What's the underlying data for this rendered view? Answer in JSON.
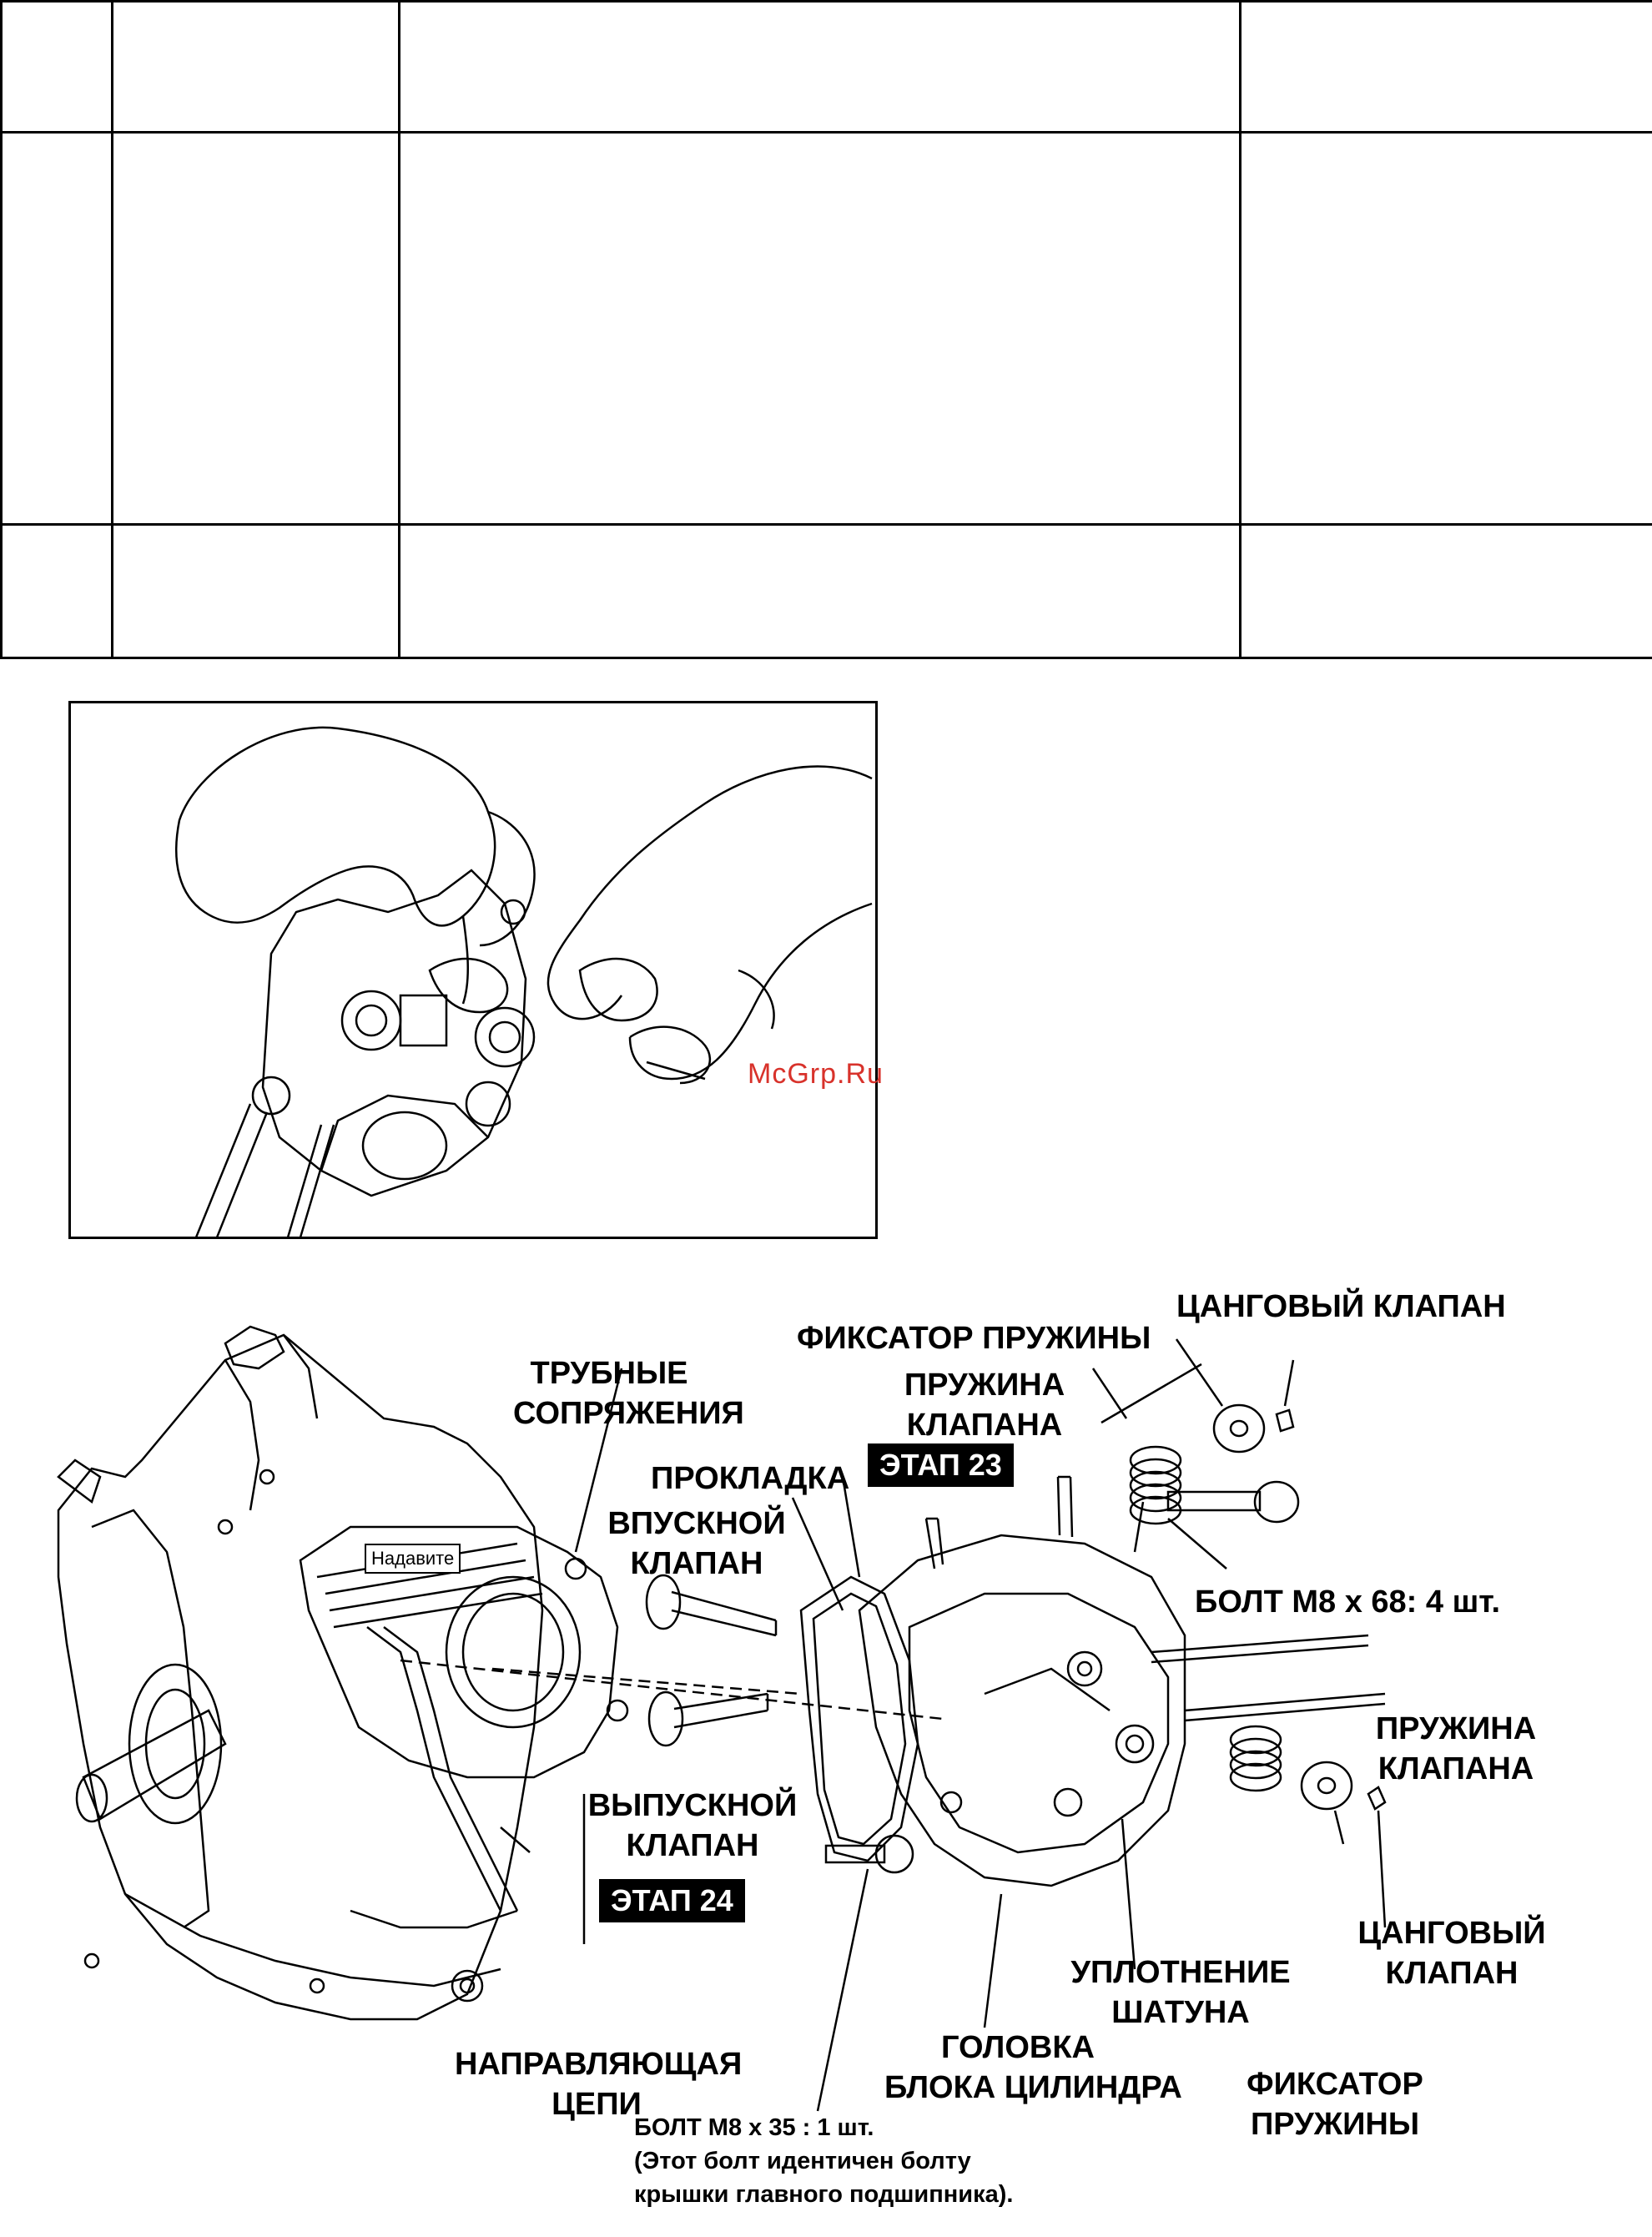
{
  "watermark": "McGrp.Ru",
  "diagram": {
    "labels": {
      "pipe_fittings_1": "ТРУБНЫЕ",
      "pipe_fittings_2": "СОПРЯЖЕНИЯ",
      "gasket": "ПРОКЛАДКА",
      "intake_valve_1": "ВПУСКНОЙ",
      "intake_valve_2": "КЛАПАН",
      "exhaust_valve_1": "ВЫПУСКНОЙ",
      "exhaust_valve_2": "КЛАПАН",
      "chain_guide_1": "НАПРАВЛЯЮЩАЯ",
      "chain_guide_2": "ЦЕПИ",
      "spring_retainer_top": "ФИКСАТОР ПРУЖИНЫ",
      "collet_valve_top": "ЦАНГОВЫЙ КЛАПАН",
      "valve_spring_top_1": "ПРУЖИНА",
      "valve_spring_top_2": "КЛАПАНА",
      "bolt_m8_68": "БОЛТ М8 х 68: 4 шт.",
      "valve_spring_right_1": "ПРУЖИНА",
      "valve_spring_right_2": "КЛАПАНА",
      "collet_valve_right_1": "ЦАНГОВЫЙ",
      "collet_valve_right_2": "КЛАПАН",
      "rod_seal_1": "УПЛОТНЕНИЕ",
      "rod_seal_2": "ШАТУНА",
      "cylinder_head_1": "ГОЛОВКА",
      "cylinder_head_2": "БЛОКА ЦИЛИНДРА",
      "spring_retainer_bottom_1": "ФИКСАТОР",
      "spring_retainer_bottom_2": "ПРУЖИНЫ",
      "press": "Надавите"
    },
    "stages": {
      "stage_23": "ЭТАП 23",
      "stage_24": "ЭТАП 24"
    },
    "bolt_note": {
      "line1": "БОЛТ М8 х 35 : 1 шт.",
      "line2": "(Этот болт идентичен болту",
      "line3": "крышки главного подшипника)."
    }
  }
}
